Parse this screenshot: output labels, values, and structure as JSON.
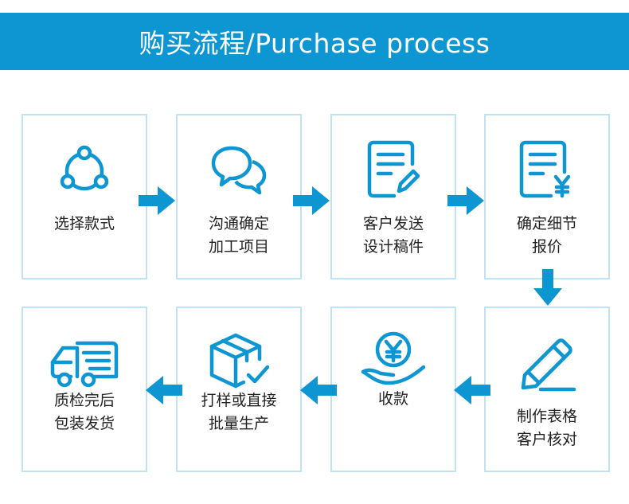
{
  "header": {
    "title": "购买流程/Purchase process"
  },
  "accent_color": "#0e96d3",
  "steps": [
    {
      "line1": "选择款式",
      "line2": "",
      "icon": "share-nodes-icon"
    },
    {
      "line1": "沟通确定",
      "line2": "加工项目",
      "icon": "chat-bubbles-icon"
    },
    {
      "line1": "客户发送",
      "line2": "设计稿件",
      "icon": "document-edit-icon"
    },
    {
      "line1": "确定细节",
      "line2": "报价",
      "icon": "document-yen-icon"
    },
    {
      "line1": "制作表格",
      "line2": "客户核对",
      "icon": "pencil-icon"
    },
    {
      "line1": "收款",
      "line2": "",
      "icon": "yen-hand-icon"
    },
    {
      "line1": "打样或直接",
      "line2": "批量生产",
      "icon": "box-check-icon"
    },
    {
      "line1": "质检完后",
      "line2": "包装发货",
      "icon": "delivery-truck-icon"
    }
  ]
}
